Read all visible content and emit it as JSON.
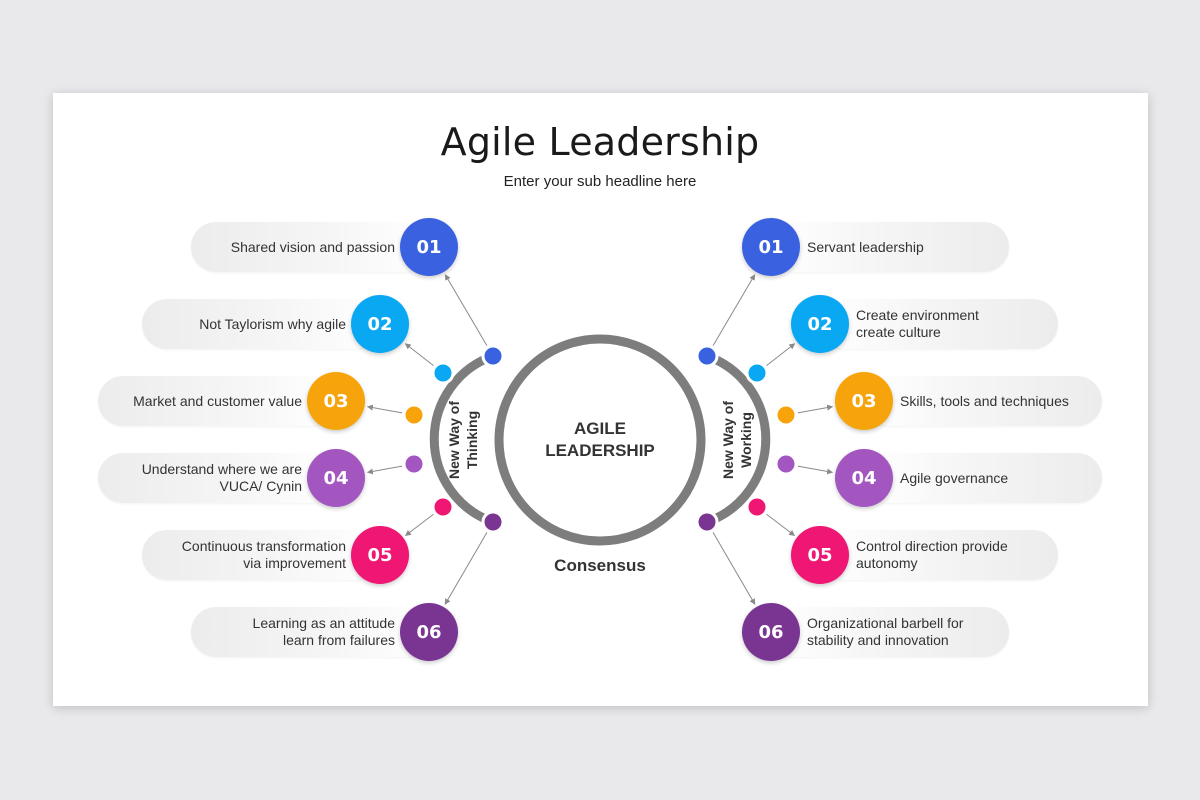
{
  "title": "Agile Leadership",
  "subtitle": "Enter your sub headline here",
  "center": {
    "line1": "AGILE",
    "line2": "LEADERSHIP"
  },
  "bottom_label": "Consensus",
  "left_arc_label": {
    "line1": "New Way of",
    "line2": "Thinking"
  },
  "right_arc_label": {
    "line1": "New Way of",
    "line2": "Working"
  },
  "colors": {
    "c1": "#3a62e0",
    "c2": "#0aa8f2",
    "c3": "#f7a40c",
    "c4": "#a355c0",
    "c5": "#f01673",
    "c6": "#7a3593",
    "ring": "#7d7d7d"
  },
  "left_items": [
    {
      "num": "01",
      "text": "Shared vision and passion"
    },
    {
      "num": "02",
      "text": "Not Taylorism why agile"
    },
    {
      "num": "03",
      "text": "Market and customer  value"
    },
    {
      "num": "04",
      "text": "Understand  where we are\nVUCA/  Cynin"
    },
    {
      "num": "05",
      "text": "Continuous  transformation\nvia improvement"
    },
    {
      "num": "06",
      "text": "Learning as an attitude\nlearn from failures"
    }
  ],
  "right_items": [
    {
      "num": "01",
      "text": "Servant leadership"
    },
    {
      "num": "02",
      "text": "Create environment\ncreate culture"
    },
    {
      "num": "03",
      "text": "Skills, tools and techniques"
    },
    {
      "num": "04",
      "text": "Agile governance"
    },
    {
      "num": "05",
      "text": "Control direction provide\nautonomy"
    },
    {
      "num": "06",
      "text": "Organizational barbell for\nstability and innovation"
    }
  ]
}
